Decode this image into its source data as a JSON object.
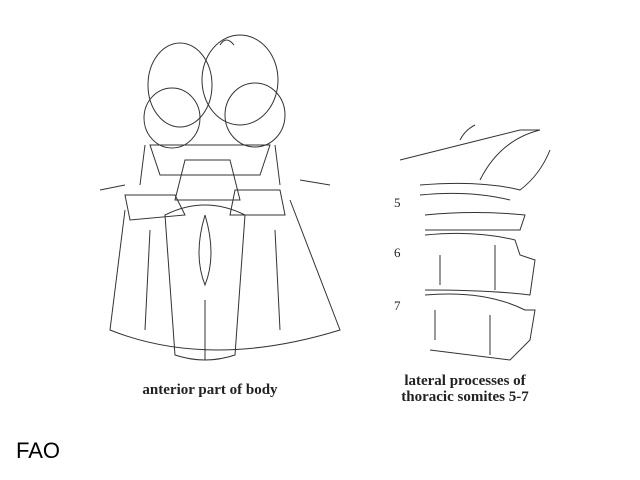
{
  "figures": [
    {
      "caption": "anterior part of body"
    },
    {
      "caption_line1": "lateral processes of",
      "caption_line2": "thoracic somites 5-7",
      "labels": [
        "5",
        "6",
        "7"
      ]
    }
  ],
  "logo": "FAO"
}
